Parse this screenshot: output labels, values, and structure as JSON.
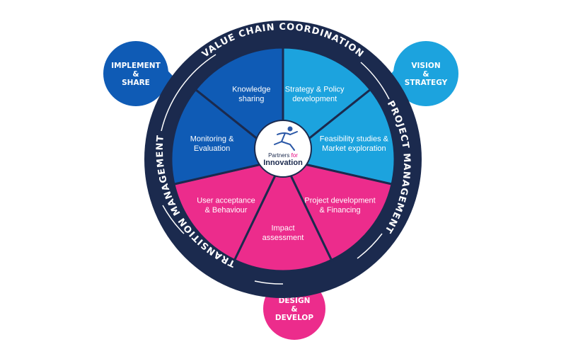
{
  "colors": {
    "ring": "#1b2a4e",
    "dark_blue": "#0f5bb5",
    "light_blue": "#1ca3de",
    "pink": "#ec2c8c",
    "white": "#ffffff",
    "logo_accent": "#e6007e"
  },
  "ring_labels": {
    "top": "VALUE CHAIN COORDINATION",
    "right": "PROJECT MANAGEMENT",
    "left": "TRANSITION MANAGEMENT"
  },
  "segments": [
    {
      "lines": [
        "Strategy & Policy",
        "development"
      ],
      "color": "light_blue"
    },
    {
      "lines": [
        "Feasibility studies &",
        "Market exploration"
      ],
      "color": "light_blue"
    },
    {
      "lines": [
        "Project development",
        "& Financing"
      ],
      "color": "pink"
    },
    {
      "lines": [
        "Impact",
        "assessment"
      ],
      "color": "pink"
    },
    {
      "lines": [
        "User acceptance",
        "& Behaviour"
      ],
      "color": "pink"
    },
    {
      "lines": [
        "Monitoring &",
        "Evaluation"
      ],
      "color": "dark_blue"
    },
    {
      "lines": [
        "Knowledge",
        "sharing"
      ],
      "color": "dark_blue"
    }
  ],
  "bubbles": [
    {
      "lines": [
        "IMPLEMENT",
        "&",
        "SHARE"
      ],
      "color": "dark_blue"
    },
    {
      "lines": [
        "VISION",
        "&",
        "STRATEGY"
      ],
      "color": "light_blue"
    },
    {
      "lines": [
        "DESIGN",
        "&",
        "DEVELOP"
      ],
      "color": "pink"
    }
  ],
  "logo": {
    "line1_prefix": "Partners ",
    "line1_accent": "for",
    "line2": "Innovation",
    "icon": "leaping-figure-icon"
  }
}
